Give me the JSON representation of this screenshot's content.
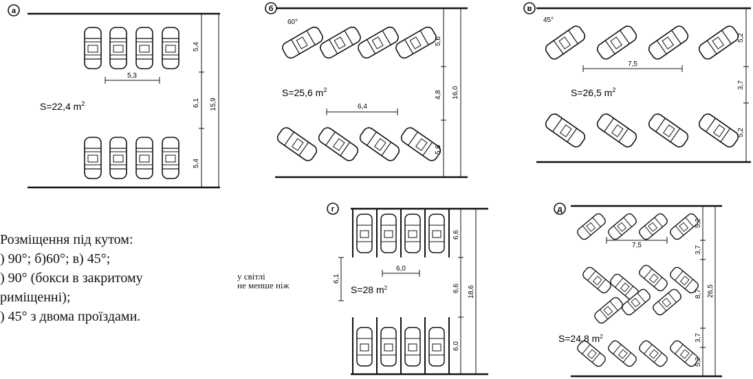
{
  "top_fragment": "",
  "panels": {
    "a": {
      "letter": "а",
      "dims": {
        "row_top": "5,4",
        "aisle": "6,1",
        "row_bottom": "5,4",
        "total": "15,9",
        "width": "5,3"
      },
      "area_main": "S=22,4 m",
      "area_sup": "2"
    },
    "b": {
      "letter": "б",
      "angle": "60°",
      "dims": {
        "row_top": "5,6",
        "aisle": "4,8",
        "row_bottom": "5,6",
        "total": "16,0",
        "width": "6,4"
      },
      "area_main": "S=25,6 m",
      "area_sup": "2"
    },
    "v": {
      "letter": "в",
      "angle": "45°",
      "dims": {
        "row_top": "5,2",
        "aisle": "3,7",
        "row_bottom": "5,2",
        "width": "7,5"
      },
      "area_main": "S=26,5 m",
      "area_sup": "2"
    },
    "g": {
      "letter": "г",
      "dims": {
        "row_top": "6,6",
        "aisle": "6,6",
        "row_bottom": "6,0",
        "total": "18,6",
        "left": "6,1",
        "width": "6,0"
      },
      "area_main": "S=28 m",
      "area_sup": "2"
    },
    "d": {
      "letter": "д",
      "dims": {
        "top": "5,2",
        "a1": "3,7",
        "middle": "8,7",
        "a2": "3,7",
        "bottom": "5,2",
        "total": "26,5",
        "width": "7,5"
      },
      "area_main": "S=24,8 m",
      "area_sup": "2"
    }
  },
  "caption": {
    "line1": "Розміщення під кутом:",
    "line2": ") 90°; б)60°; в) 45°;",
    "line3": ")  90° (бокси в закритому",
    "line4": "риміщенні);",
    "line5": ")  45° з двома проїздами."
  },
  "overlap_text": {
    "line1": "у світлі",
    "line2": "не менше ніж"
  }
}
